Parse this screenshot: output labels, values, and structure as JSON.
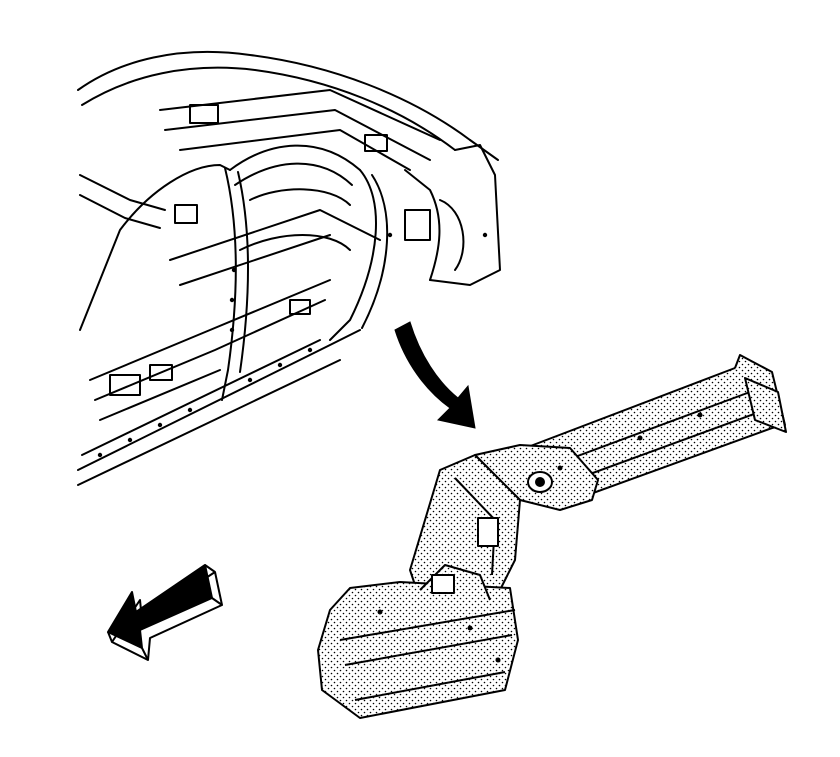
{
  "figure": {
    "kind": "automotive body structure service illustration",
    "background_color": "#ffffff",
    "line_color": "#000000",
    "highlight_fill": "dotted stipple",
    "parts": [
      {
        "name": "vehicle-body-shell",
        "highlighted": false
      },
      {
        "name": "front-rail-assembly",
        "highlighted": true
      }
    ],
    "arrows": [
      {
        "name": "install-direction-arrow",
        "style": "solid curved"
      },
      {
        "name": "vehicle-front-arrow",
        "style": "outlined block"
      }
    ]
  }
}
